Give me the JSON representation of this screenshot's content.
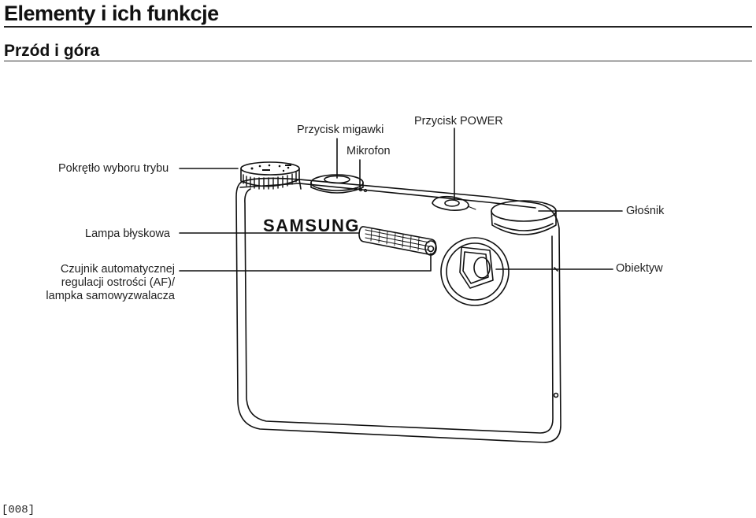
{
  "document": {
    "title": "Elementy i ich funkcje",
    "section": "Przód i góra",
    "page_number": "[008]"
  },
  "labels": {
    "mode_dial": "Pokrętło wyboru trybu",
    "shutter_button": "Przycisk migawki",
    "microphone": "Mikrofon",
    "power_button": "Przycisk POWER",
    "speaker": "Głośnik",
    "flash": "Lampa błyskowa",
    "af_sensor": [
      "Czujnik automatycznej",
      "regulacji ostrości (AF)/",
      "lampka samowyzwalacza"
    ],
    "lens": "Obiektyw"
  },
  "camera": {
    "brand": "SAMSUNG"
  }
}
